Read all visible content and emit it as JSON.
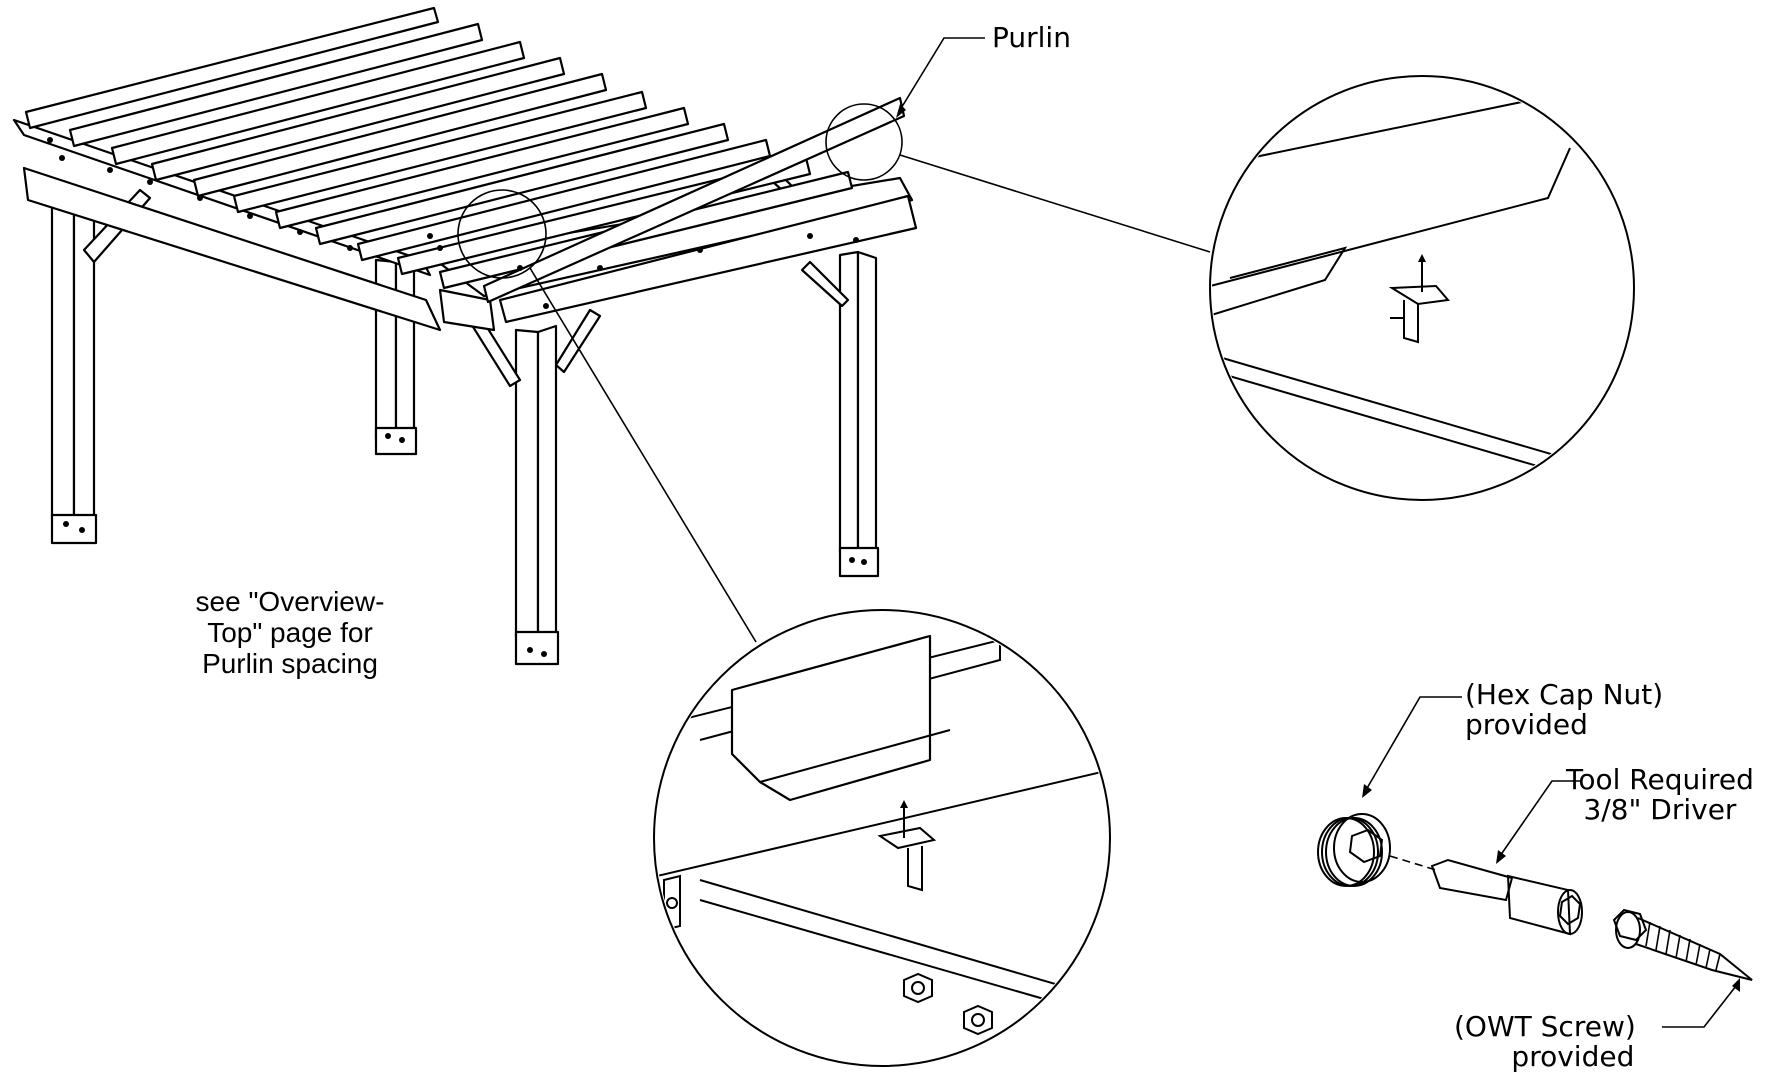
{
  "labels": {
    "purlin": "Purlin",
    "note_line1": "see \"Overview-",
    "note_line2": "Top\" page for",
    "note_line3": "Purlin spacing",
    "hex_cap_nut_line1": "(Hex Cap Nut)",
    "hex_cap_nut_line2": "provided",
    "tool_line1": "Tool Required",
    "tool_line2": "3/8\" Driver",
    "owt_screw_line1": "(OWT Screw)",
    "owt_screw_line2": "provided"
  },
  "icons": [
    "pergola-assembly",
    "detail-circle-purlin-bracket",
    "detail-circle-bracket-bolts",
    "hex-cap-nut",
    "driver-bit",
    "owt-screw"
  ]
}
